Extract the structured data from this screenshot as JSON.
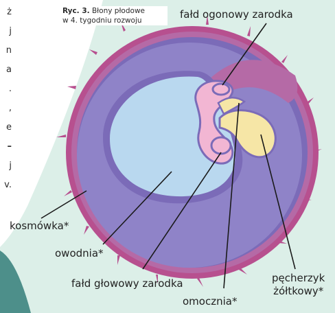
{
  "caption": {
    "number": "Ryc. 3.",
    "text_line1": " Błony płodowe",
    "text_line2": "w 4. tygodniu rozwoju"
  },
  "left_text_fragments": [
    "ż",
    "j",
    "n",
    "a",
    ".",
    ",",
    "e",
    "–",
    "j",
    "v."
  ],
  "labels": {
    "tail_fold": "fałd ogonowy zarodka",
    "chorion": "kosmówka*",
    "amnion": "owodnia*",
    "head_fold": "fałd głowowy zarodka",
    "allantois": "omocznia*",
    "yolk_sac_line1": "pęcherzyk",
    "yolk_sac_line2": "żółtkowy*"
  },
  "colors": {
    "background": "#dcefe8",
    "chorion_outer": "#b7508f",
    "chorion_band": "#b56aa6",
    "exocoelom": "#8f83c8",
    "amnion_wall": "#7b6bb8",
    "amniotic_fluid": "#b9d8ef",
    "embryo": "#f2b6d3",
    "yolk_sac": "#f6e6a6",
    "teal_corner": "#4d8f8a",
    "leader_line": "#1a1a1a"
  }
}
